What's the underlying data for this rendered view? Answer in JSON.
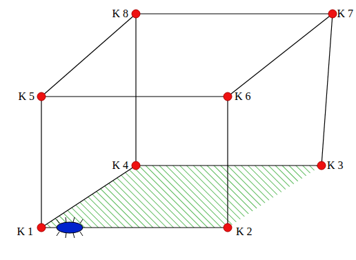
{
  "diagram": {
    "labels": [
      "K 8",
      "K 7",
      "K 5",
      "K 6",
      "K 4",
      "K 3",
      "K 1",
      "K 2"
    ]
  }
}
